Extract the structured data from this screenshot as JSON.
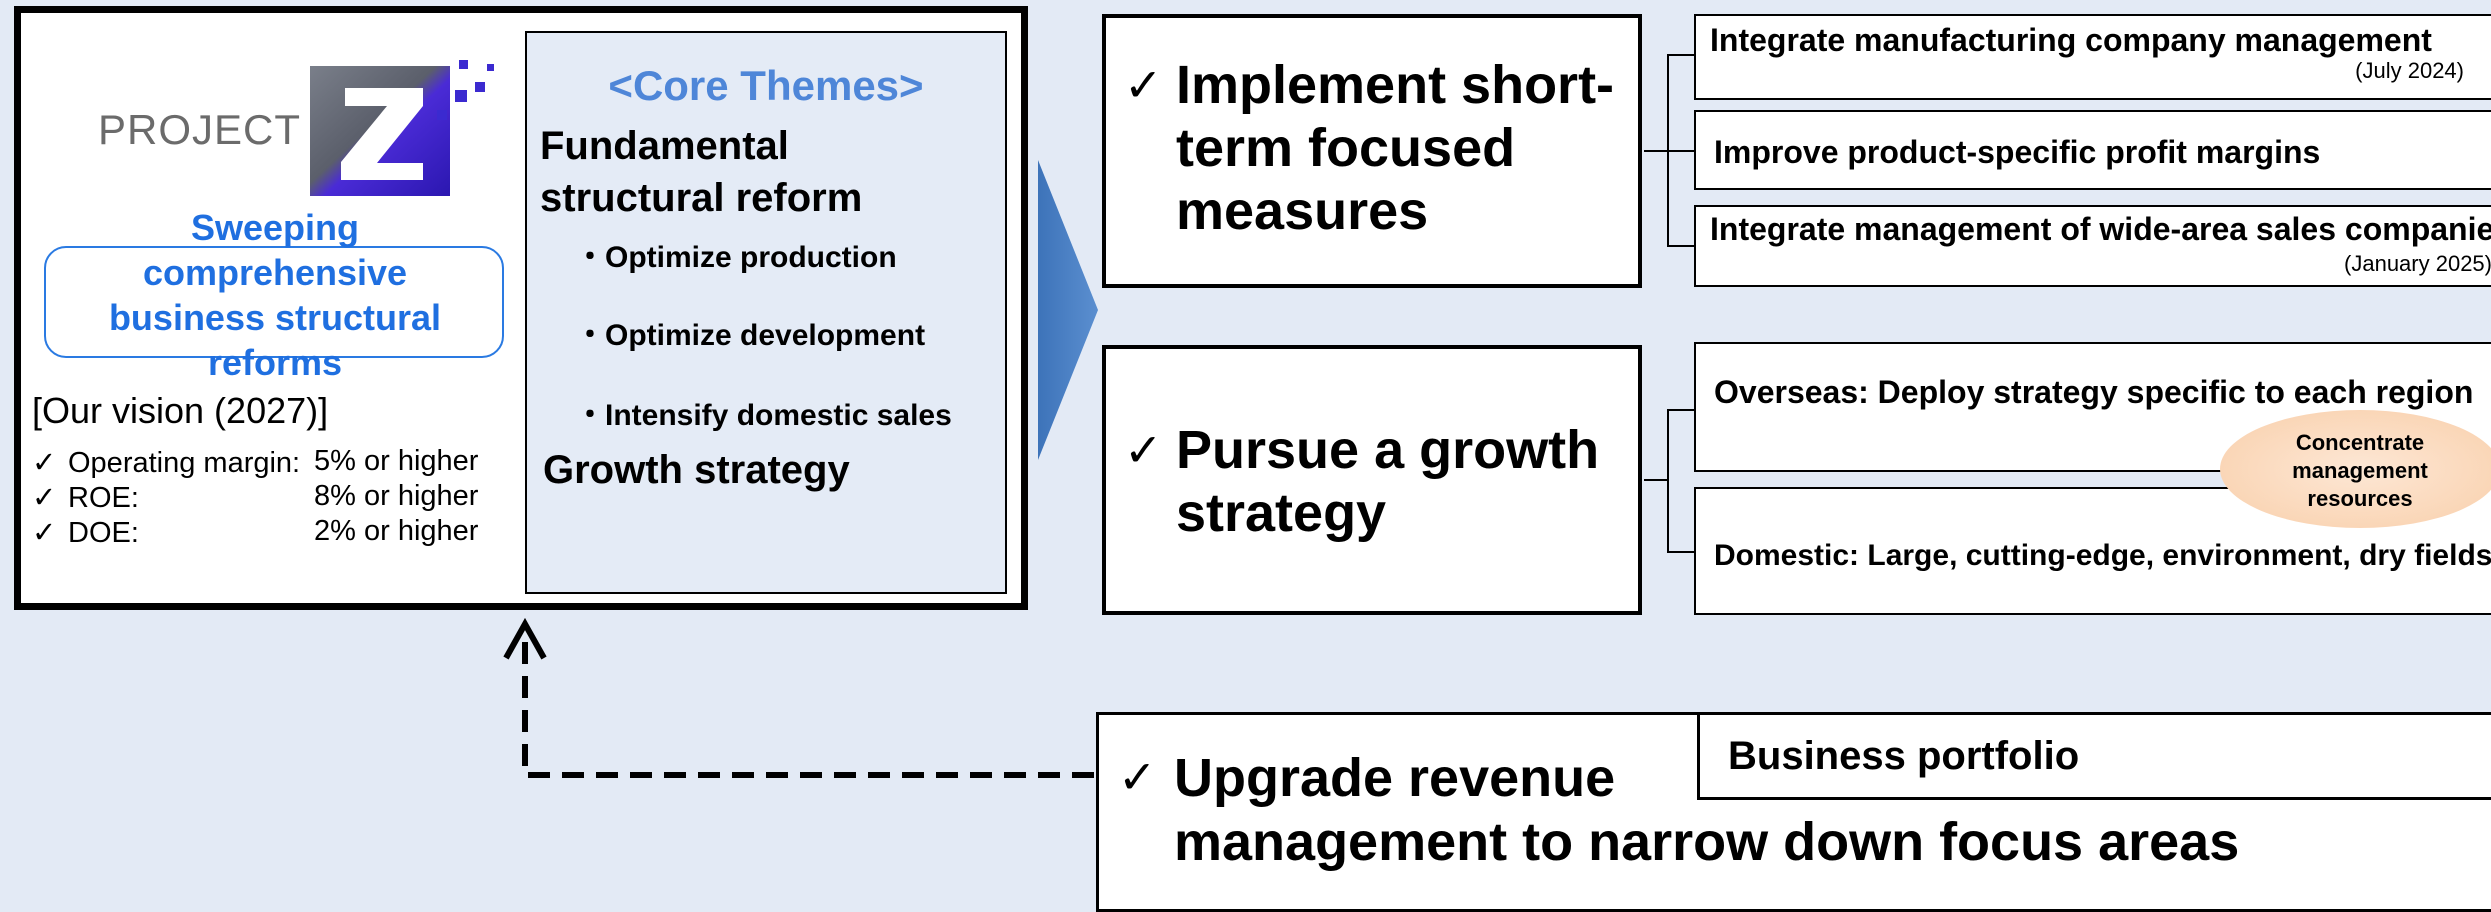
{
  "logo": {
    "text": "PROJECT",
    "letter": "Z"
  },
  "mission": {
    "lines": [
      "Sweeping",
      "comprehensive",
      "business structural",
      "reforms"
    ]
  },
  "vision": {
    "title": "[Our vision (2027)]",
    "items": [
      {
        "check": "✓",
        "metric": "Operating margin:",
        "target": "5% or higher"
      },
      {
        "check": "✓",
        "metric": "ROE:",
        "target": "8% or higher"
      },
      {
        "check": "✓",
        "metric": "DOE:",
        "target": "2% or higher"
      }
    ]
  },
  "core": {
    "title": "<Core Themes>",
    "reform_title_line1": "Fundamental",
    "reform_title_line2": "structural reform",
    "items": [
      "・Optimize production",
      "・Optimize development",
      "・Intensify domestic sales"
    ],
    "growth_title": "Growth strategy"
  },
  "measures": [
    {
      "check": "✓",
      "lines": [
        "Implement short-",
        "term focused",
        "measures"
      ]
    },
    {
      "check": "✓",
      "lines": [
        "Pursue a growth",
        "strategy"
      ]
    }
  ],
  "right": [
    {
      "text": "Integrate manufacturing company management",
      "note": "(July 2024)"
    },
    {
      "text": "Improve product-specific profit margins",
      "note": ""
    },
    {
      "text": "Integrate management of wide-area sales companies",
      "note": "(January 2025)"
    },
    {
      "text": "Overseas: Deploy strategy specific to each region",
      "note": ""
    },
    {
      "text": "Domestic: Large, cutting-edge, environment, dry fields",
      "note": ""
    }
  ],
  "resources": {
    "lines": [
      "Concentrate",
      "management",
      "resources"
    ]
  },
  "bottom": {
    "check": "✓",
    "line1": "Upgrade revenue",
    "line2": "management to narrow down focus areas",
    "portfolio": "Business portfolio"
  },
  "colors": {
    "background": "#e3eaf5",
    "accent_blue": "#1f6fe0",
    "core_title": "#4e86d8",
    "arrow_blue": "#4a7fc1",
    "logo_purple": "#4a2bd6",
    "ellipse": "#f9cfaa"
  }
}
